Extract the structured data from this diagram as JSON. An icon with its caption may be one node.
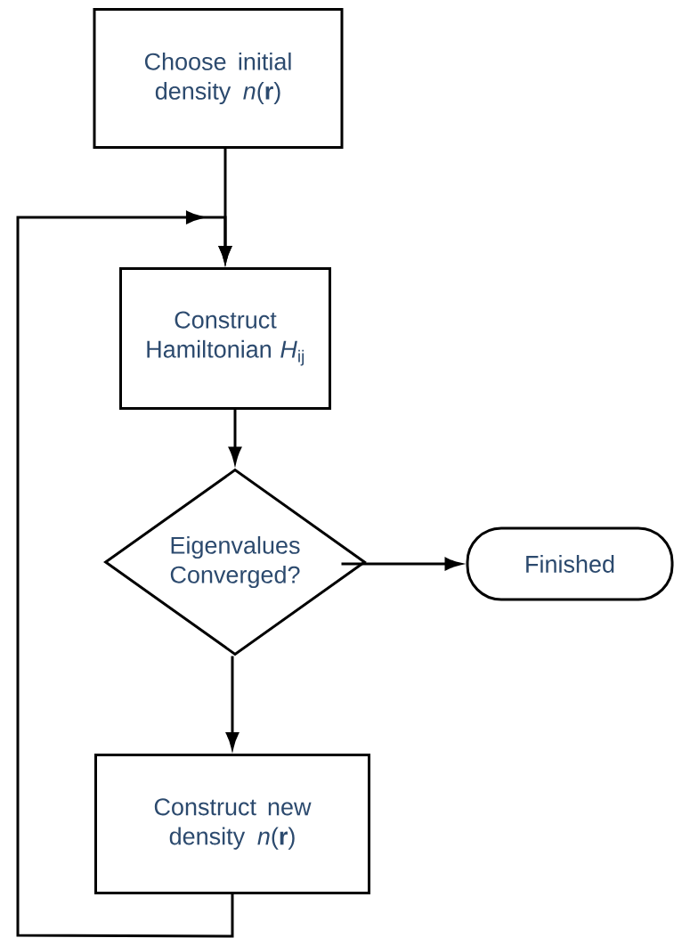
{
  "diagram": {
    "nodes": [
      {
        "text": [
          "Choose initial density *n*(**r**)"
        ]
      },
      {
        "text": [
          "Construct Hamiltonian *H*$_{ij}$"
        ]
      },
      {
        "text": [
          "Eigenvalues Converged?"
        ]
      },
      {
        "text": [
          "Finished"
        ]
      },
      {
        "text": [
          "Construct new density *n*(**r**)"
        ]
      }
    ],
    "edges": [
      {
        "from": 0,
        "to": 1,
        "arrow": "to"
      },
      {
        "from": 1,
        "to": 2,
        "arrow": "to"
      },
      {
        "from": 2,
        "to": 3,
        "arrow": "to"
      },
      {
        "from": 2,
        "to": 4,
        "arrow": "to"
      },
      {
        "from": 4,
        "to": 1,
        "arrow": "to"
      }
    ]
  }
}
